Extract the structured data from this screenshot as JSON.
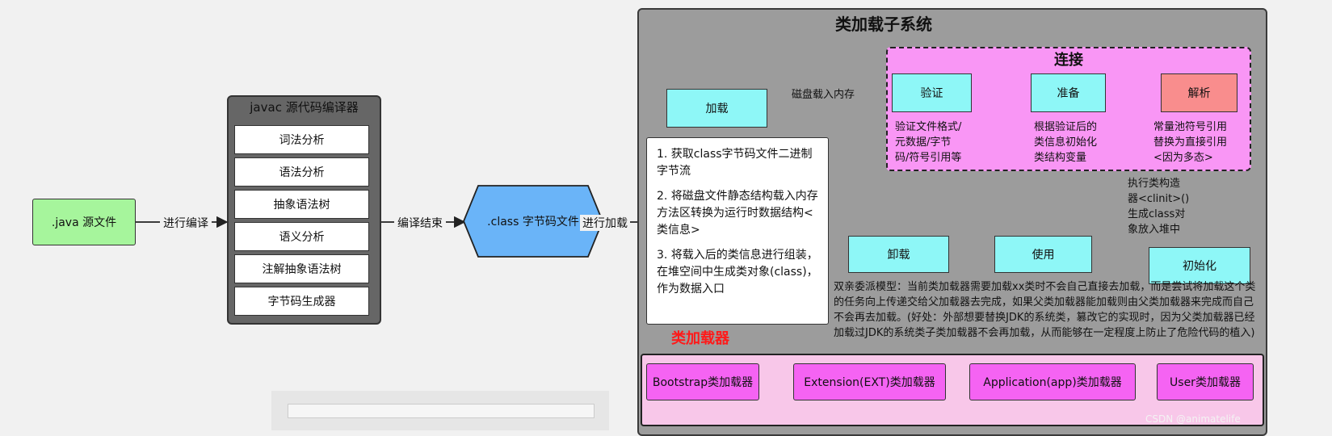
{
  "java_file": ".java 源文件",
  "edge_compile": "进行编译",
  "javac": {
    "title": "javac 源代码编译器",
    "items": [
      "词法分析",
      "语法分析",
      "抽象语法树",
      "语义分析",
      "注解抽象语法树",
      "字节码生成器"
    ]
  },
  "edge_compile_done": "编译结束",
  "class_file": ".class 字节码文件",
  "edge_load": "进行加载",
  "subsystem": {
    "title": "类加载子系统",
    "load": "加载",
    "edge_disk": "磁盘载入内存",
    "link": {
      "title": "连接",
      "verify": "验证",
      "prepare": "准备",
      "resolve": "解析",
      "verify_desc": [
        "验证文件格式/",
        "元数据/字节",
        "码/符号引用等"
      ],
      "prepare_desc": [
        "根据验证后的",
        "类信息初始化",
        "类结构变量"
      ],
      "resolve_desc": [
        "常量池符号引用",
        "替换为直接引用",
        "<因为多态>"
      ]
    },
    "load_steps": [
      "1. 获取class字节码文件二进制字节流",
      "2. 将磁盘文件静态结构载入内存方法区转换为运行时数据结构<类信息>",
      "3. 将载入后的类信息进行组装，在堆空间中生成类对象(class)，作为数据入口"
    ],
    "init_note": [
      "执行类构造",
      "器<clinit>()",
      "生成class对",
      "象放入堆中"
    ],
    "unload": "卸载",
    "use": "使用",
    "init": "初始化",
    "parent_delegation": "双亲委派模型：当前类加载器需要加载xx类时不会自己直接去加载，而是尝试将加载这个类的任务向上传递交给父加载器去完成，如果父类加载器能加载则由父类加载器来完成而自己不会再去加载。(好处：外部想要替换JDK的系统类，篡改它的实现时，因为父类加载器已经加载过JDK的系统类子类加载器不会再加载，从而能够在一定程度上防止了危险代码的植入)",
    "class_loader_label": "类加载器",
    "loaders": [
      "Bootstrap类加载器",
      "Extension(EXT)类加载器",
      "Application(app)类加载器",
      "User类加载器"
    ]
  },
  "watermark": "CSDN @animatelife",
  "colors": {
    "java": "#a6f59c",
    "class_file": "#6ab4f8",
    "cyan": "#8ef7f7",
    "resolve": "#f98d8d",
    "link_bg": "#f996f5",
    "loader_bg": "#f8c7e9",
    "loader_box": "#f563f3",
    "label_red": "#ff1a1a"
  }
}
